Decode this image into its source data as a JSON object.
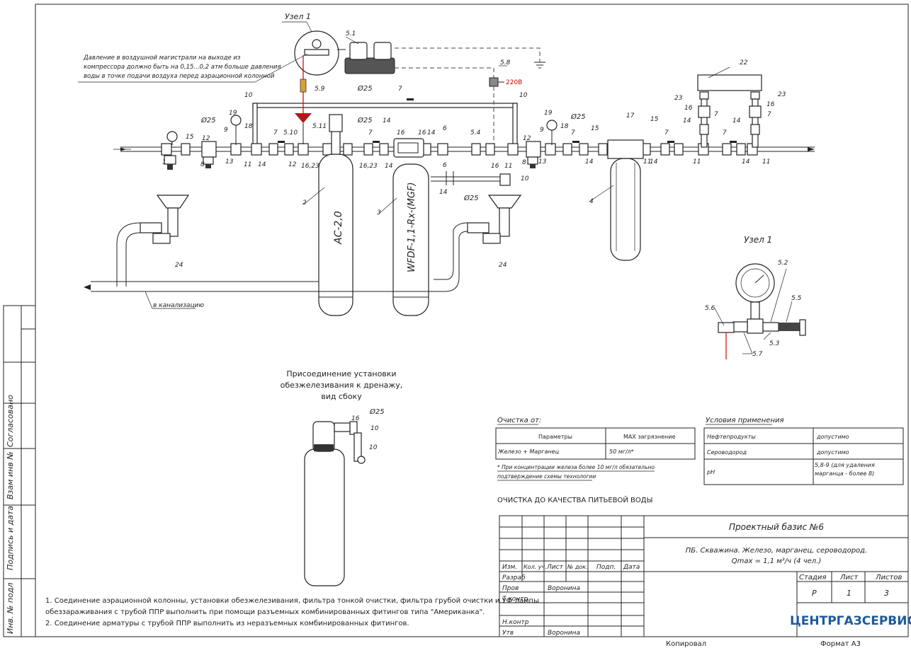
{
  "sheet": {
    "format_label": "Формат A3",
    "copied_label": "Копировал"
  },
  "side_stamp": {
    "agreed": "Согласовано",
    "inv_replace": "Взам инв №",
    "sign_date": "Подпись и дата",
    "inv_original": "Инв. № подл"
  },
  "node": {
    "title_top": "Узел 1",
    "title_detail": "Узел 1"
  },
  "notes": {
    "air_pressure": [
      "Давление в воздушной магистрали на выходе из",
      "компрессора должно быть на 0,15...0,2 атм больше давления",
      "воды в точке подачи воздуха перед аэрационной колонной"
    ],
    "drain_title": [
      "Присоединение установки",
      "обезжелезивания к дренажу,",
      "вид сбоку"
    ],
    "to_sewer": "в канализацию",
    "footnotes": [
      "1. Соединение аэрационной колонны, установки обезжелезивания, фильтра тонкой очистки, фильтра грубой очистки и УФ лампы",
      "обеззараживания с трубой ППР выполнить при помощи разъемных комбинированных фитингов типа \"Американка\".",
      "2. Соединение арматуры с трубой ППР выполнить из неразъемных комбинированных фитингов."
    ]
  },
  "equipment": {
    "column_label": "АС-2,0",
    "filter_label": "WFDF-1,1-Rx-(MGF)",
    "voltage": "220В"
  },
  "callouts": {
    "pipe_d25": "Ø25",
    "n1": "1",
    "n2": "2",
    "n3": "3",
    "n4": "4",
    "n5_1": "5.1",
    "n5_2": "5.2",
    "n5_3": "5.3",
    "n5_4": "5.4",
    "n5_5": "5.5",
    "n5_6": "5.6",
    "n5_7": "5.7",
    "n5_8": "5.8",
    "n5_9": "5.9",
    "n5_10": "5.10",
    "n5_11": "5.11",
    "n6": "6",
    "n7": "7",
    "n8": "8",
    "n9": "9",
    "n10": "10",
    "n11": "11",
    "n12": "12",
    "n13": "13",
    "n14": "14",
    "n15": "15",
    "n16": "16",
    "n16_23": "16,23",
    "n17": "17",
    "n18": "18",
    "n19": "19",
    "n22": "22",
    "n23": "23",
    "n24": "24"
  },
  "cleaning_table": {
    "title": "Очистка от:",
    "headers": [
      "Параметры",
      "MAX загрязнение"
    ],
    "rows": [
      [
        "Железо + Марганец",
        "50 мг/л*"
      ]
    ],
    "footnote": [
      "* При концентрации железа более 10 мг/л обязательно",
      "подтверждение схемы технологии"
    ]
  },
  "conditions_table": {
    "title": "Условия применения",
    "rows": [
      [
        "Нефтепродукты",
        "допустимо"
      ],
      [
        "Сероводород",
        "допустимо"
      ],
      [
        "pH",
        "5,8-9 (для удаления марганца - более 8)"
      ]
    ]
  },
  "quality_label": "ОЧИСТКА ДО КАЧЕСТВА ПИТЬЕВОЙ ВОДЫ",
  "title_block": {
    "project": "Проектный базис №6",
    "description": "ПБ. Скважина. Железо, марганец, сероводород.",
    "flow": "Qmax = 1,1 м³/ч (4 чел.)",
    "col_headers": [
      "Изм.",
      "Кол. уч.",
      "Лист",
      "№ док.",
      "Подп.",
      "Дата"
    ],
    "roles": [
      "Разраб",
      "Пров",
      "Т.контр",
      "",
      "Н.контр",
      "Утв"
    ],
    "names": [
      "",
      "Воронина",
      "",
      "",
      "",
      "Воронина"
    ],
    "stage_header": "Стадия",
    "sheet_header": "Лист",
    "sheets_header": "Листов",
    "stage": "Р",
    "sheet": "1",
    "sheets": "3",
    "company": "ЦЕНТРГАЗСЕРВИС"
  }
}
